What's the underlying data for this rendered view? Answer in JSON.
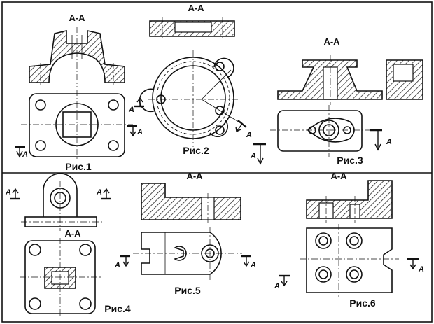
{
  "section_label": "А-А",
  "cut_letter": "A",
  "figures": [
    {
      "id": 1,
      "caption": "Рис.1"
    },
    {
      "id": 2,
      "caption": "Рис.2"
    },
    {
      "id": 3,
      "caption": "Рис.3"
    },
    {
      "id": 4,
      "caption": "Рис.4"
    },
    {
      "id": 5,
      "caption": "Рис.5"
    },
    {
      "id": 6,
      "caption": "Рис.6"
    }
  ],
  "colors": {
    "ink": "#111111",
    "paper": "#ffffff"
  }
}
